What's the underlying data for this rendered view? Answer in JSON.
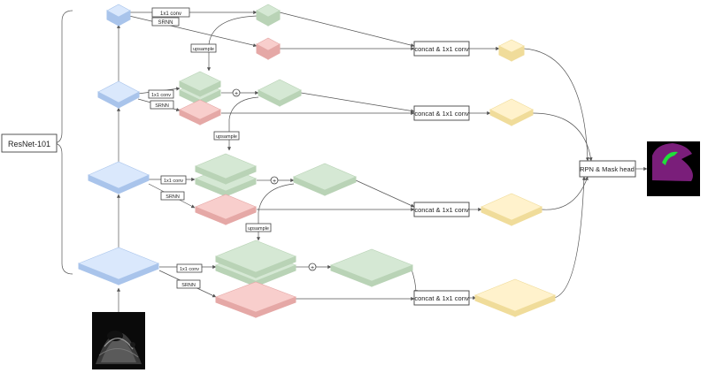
{
  "backbone": {
    "label": "ResNet-101"
  },
  "ops": {
    "conv": "1x1 conv",
    "srnn": "SRNN",
    "upsample": "upsample",
    "plus": "+"
  },
  "concat_label": "concat & 1x1 conv",
  "head_label": "RPN & Mask head",
  "colors": {
    "blue_top": "#dae8fc",
    "blue_side": "#a9c4eb",
    "green_top": "#d5e8d4",
    "green_side": "#b9d3b6",
    "red_top": "#f8cecc",
    "red_side": "#e5a8a6",
    "yellow_top": "#fff2cc",
    "yellow_side": "#f0dc9a"
  },
  "input_image": {
    "description_icon": "ultrasound-image"
  },
  "output_image": {
    "description_icon": "segmentation-mask-image"
  }
}
